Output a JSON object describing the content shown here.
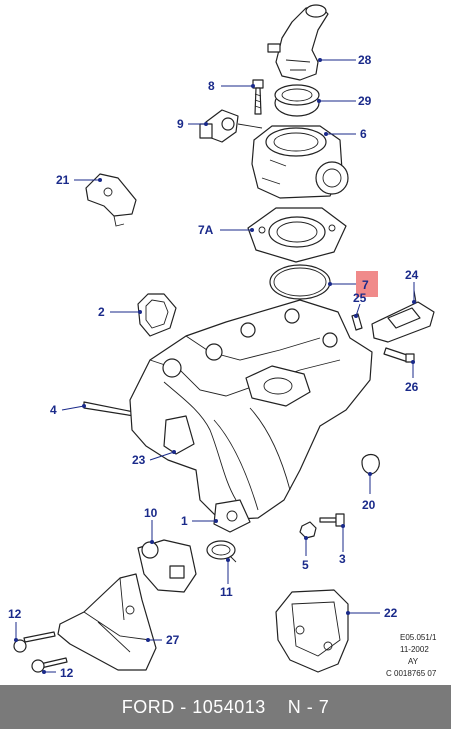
{
  "labels": {
    "l28": "28",
    "l8": "8",
    "l29": "29",
    "l9": "9",
    "l6": "6",
    "l21": "21",
    "l7a": "7A",
    "l7": "7",
    "l24": "24",
    "l25": "25",
    "l2": "2",
    "l26": "26",
    "l4": "4",
    "l23": "23",
    "l20": "20",
    "l10": "10",
    "l1": "1",
    "l5": "5",
    "l3": "3",
    "l11": "11",
    "l12a": "12",
    "l27": "27",
    "l22": "22",
    "l12b": "12"
  },
  "reference": {
    "line1": "E05.051/1",
    "line2": "11-2002",
    "line3": "AY",
    "line4": "C 0018765 07"
  },
  "footer": {
    "text": "FORD - 1054013    N - 7"
  },
  "colors": {
    "label": "#1a2a8a",
    "highlight": "#f08a8a",
    "footer_bg": "#7a7a7a"
  }
}
